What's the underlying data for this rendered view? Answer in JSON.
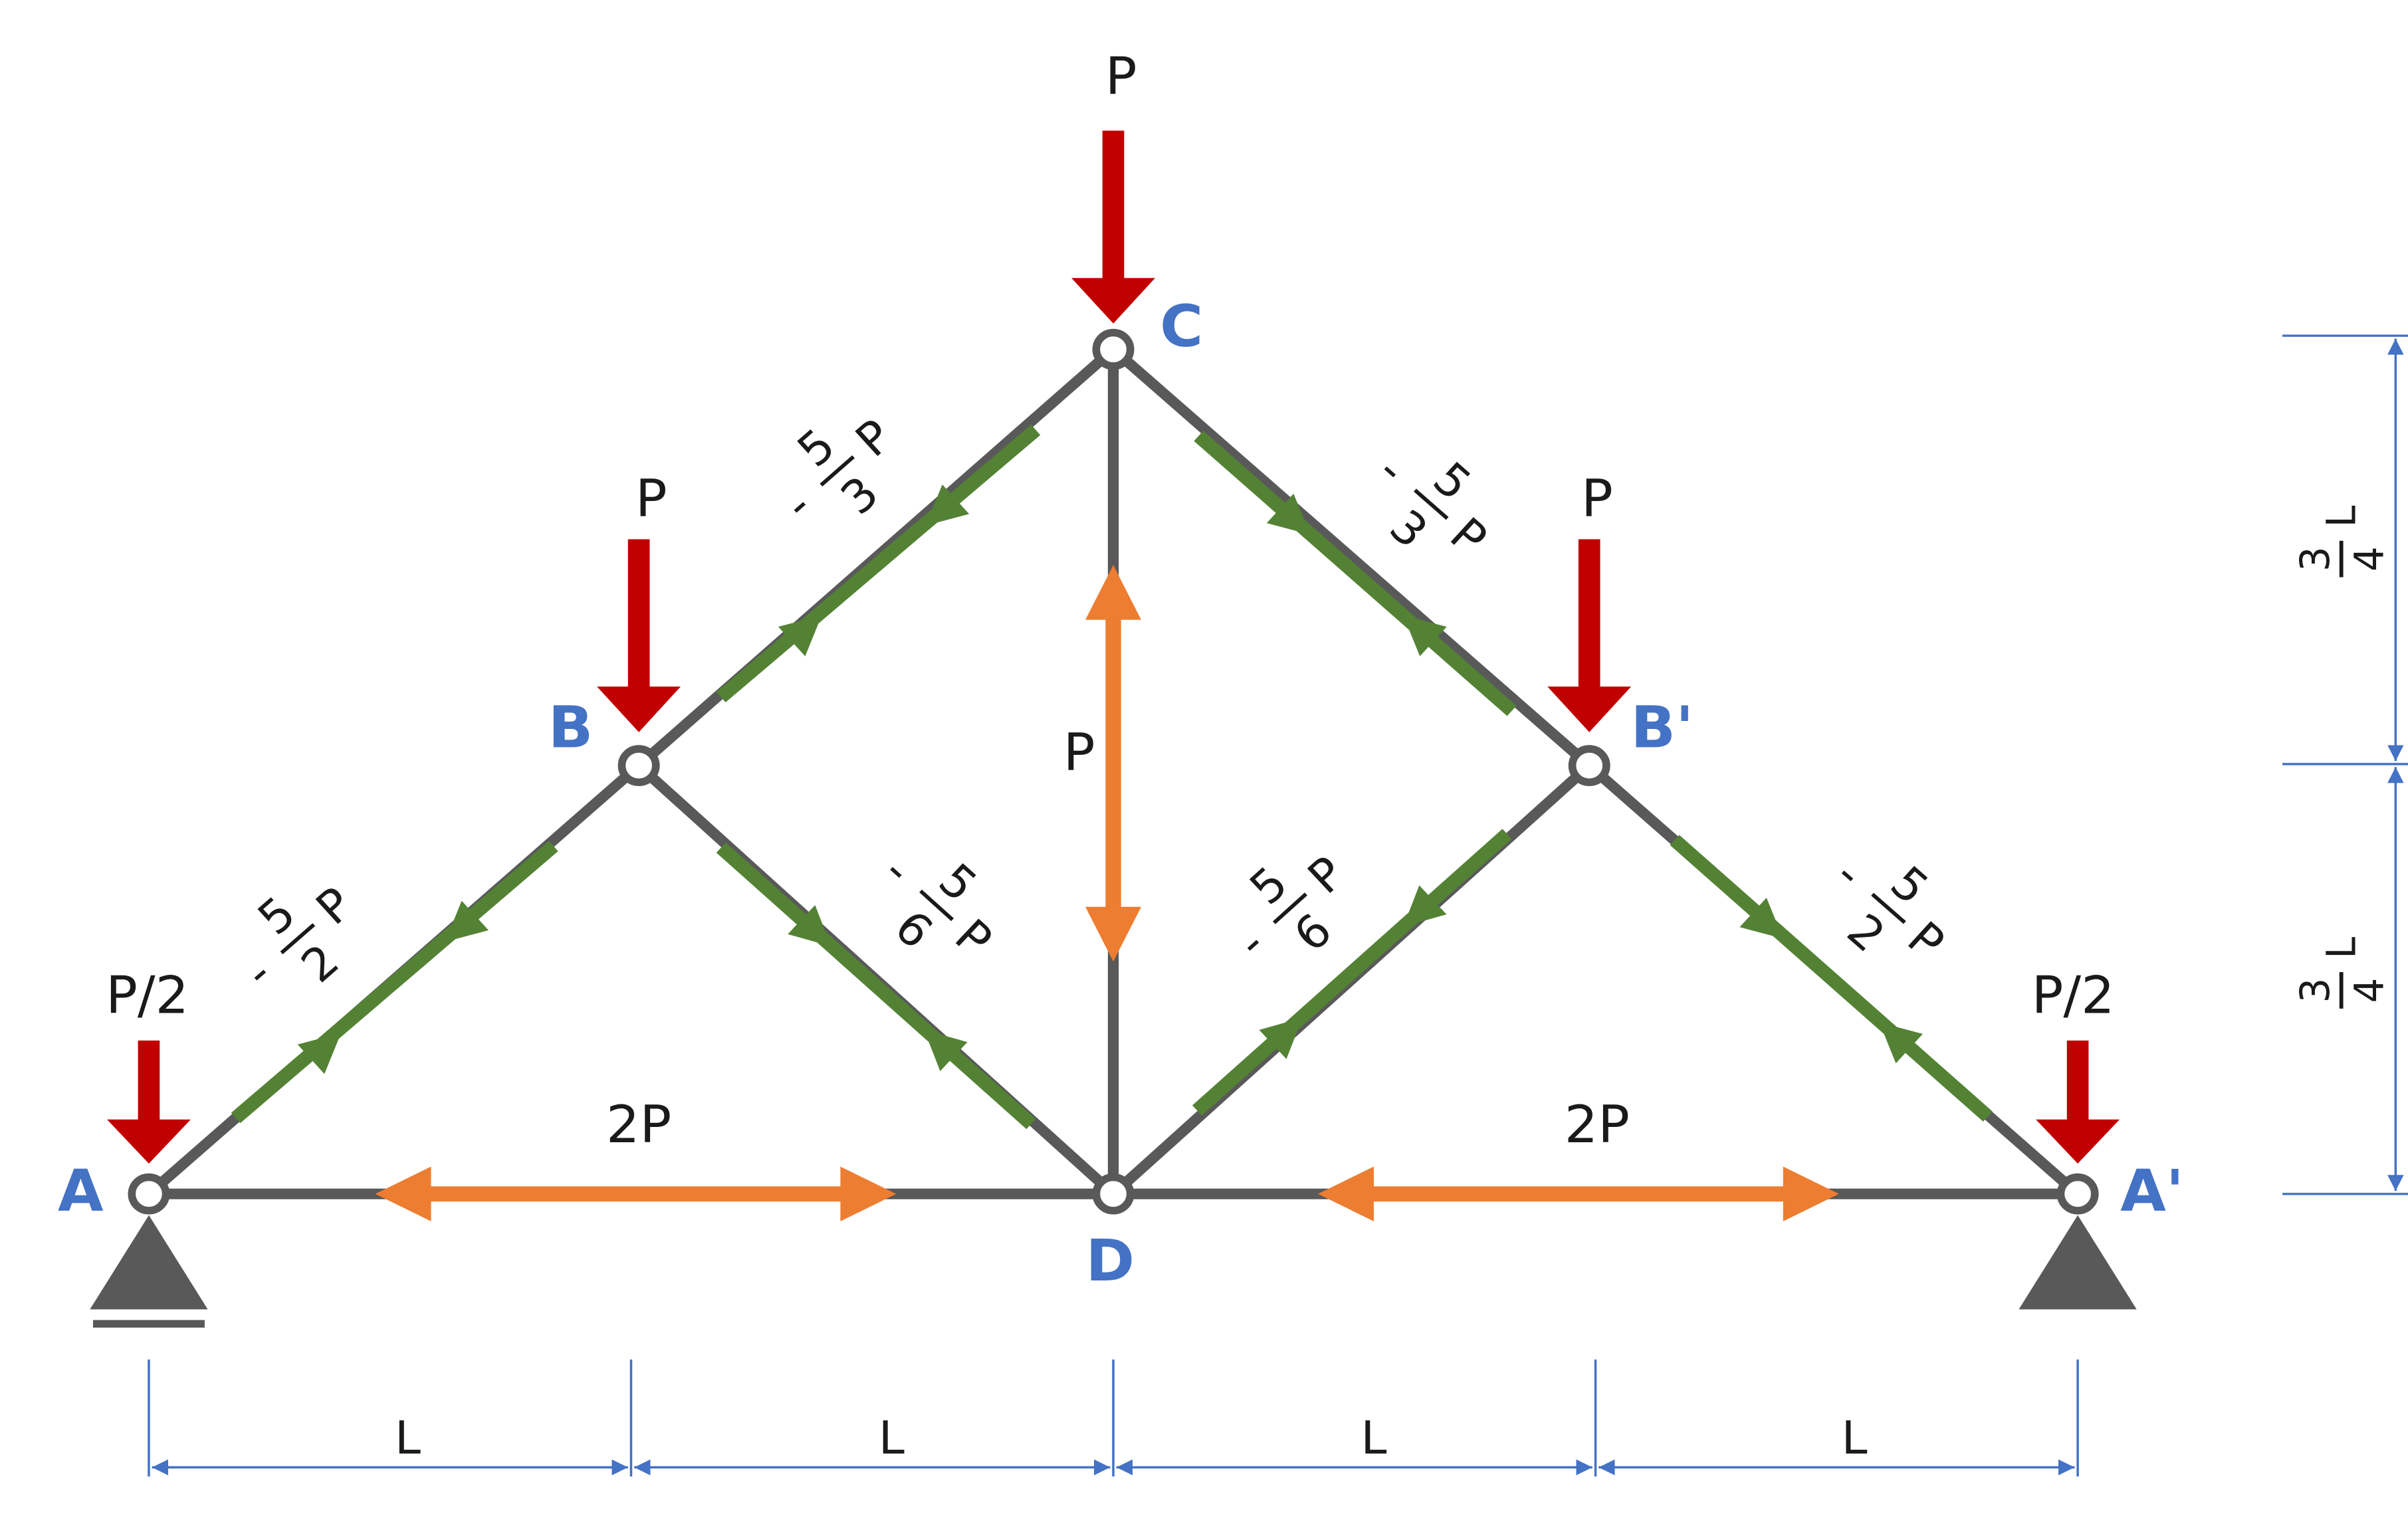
{
  "colors": {
    "member": "#595959",
    "compression": "#548235",
    "tension": "#ed7d31",
    "load": "#c00000",
    "node_label": "#4472c4",
    "dimension": "#4472c4",
    "support": "#595959"
  },
  "nodes": {
    "A": "A",
    "B": "B",
    "C": "C",
    "D": "D",
    "B2": "B'",
    "A2": "A'"
  },
  "loads": {
    "A": "P/2",
    "B": "P",
    "C": "P",
    "B2": "P",
    "A2": "P/2"
  },
  "forces": {
    "AB": {
      "sign": "-",
      "num": "5",
      "den": "2",
      "sym": "P"
    },
    "BC": {
      "sign": "-",
      "num": "5",
      "den": "3",
      "sym": "P"
    },
    "CB2": {
      "sign": "-",
      "num": "5",
      "den": "3",
      "sym": "P"
    },
    "B2A2": {
      "sign": "-",
      "num": "5",
      "den": "2",
      "sym": "P"
    },
    "BD": {
      "sign": "-",
      "num": "5",
      "den": "6",
      "sym": "P"
    },
    "DB2": {
      "sign": "-",
      "num": "5",
      "den": "6",
      "sym": "P"
    },
    "CD": "P",
    "AD": "2P",
    "DA2": "2P"
  },
  "dimensions": {
    "horizontal": [
      "L",
      "L",
      "L",
      "L"
    ],
    "vertical": [
      {
        "num": "3",
        "den": "4",
        "sym": "L"
      },
      {
        "num": "3",
        "den": "4",
        "sym": "L"
      }
    ]
  }
}
